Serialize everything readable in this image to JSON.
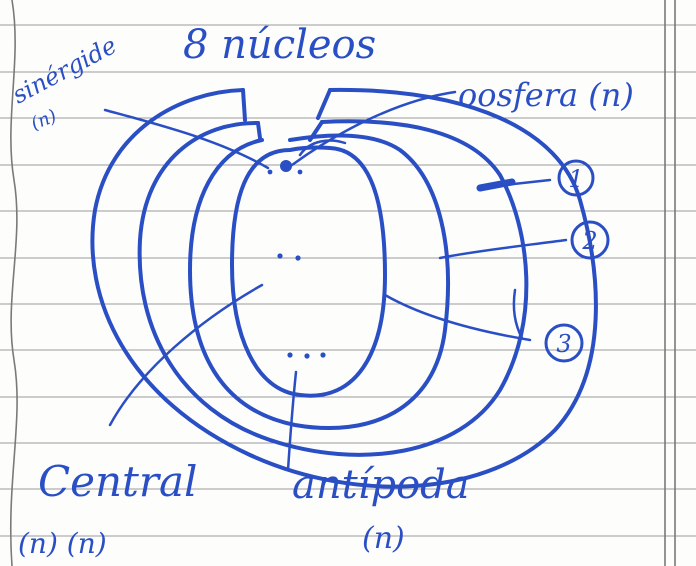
{
  "colors": {
    "ink": "#2a4fc4",
    "paper": "#fdfdfb",
    "rule": "#9c9c9c"
  },
  "notes": {
    "title": "8 núcleos",
    "sinergide": "sinérgide",
    "sinergide_ploidy": "(n)",
    "oosfera": "oosfera (n)",
    "central": "Central",
    "central_ploidy": "(n) (n)",
    "antipoda": "antípoda",
    "antipoda_ploidy": "(n)",
    "label_1": "1",
    "label_2": "2",
    "label_3": "3"
  }
}
